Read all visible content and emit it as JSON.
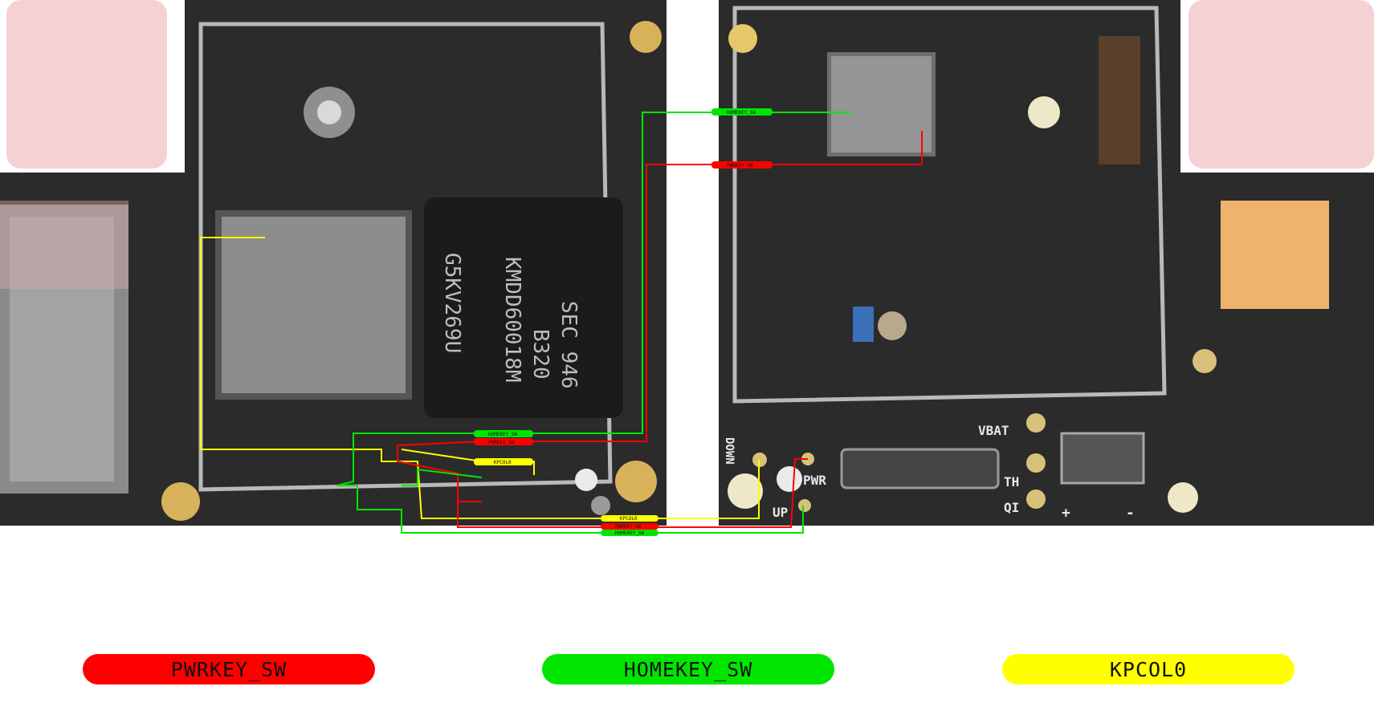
{
  "colors": {
    "pwrkey": "#ff0000",
    "homekey": "#00e600",
    "kpcol": "#ffff00",
    "board": "#2b2b2b",
    "background": "#ffffff"
  },
  "legend": [
    {
      "label": "PWRKEY_SW",
      "color": "#ff0000"
    },
    {
      "label": "HOMEKEY_SW",
      "color": "#00e600"
    },
    {
      "label": "KPCOL0",
      "color": "#ffff00"
    }
  ],
  "board_labels": {
    "vbat": "VBAT",
    "pwr": "PWR",
    "up": "UP",
    "down": "DOWN",
    "th": "TH",
    "qi": "QI",
    "plus": "+",
    "minus": "-"
  },
  "chip_marking": {
    "line1": "SEC 946",
    "line2": "B320",
    "line3": "KMDD60018M",
    "line4": "G5KV269U"
  },
  "trace_tags": {
    "homekey_top": "HOMEKEY_SW",
    "pwrkey_top": "PWRKEY_SW",
    "homekey_mid": "HOMEKEY_SW",
    "pwrkey_mid": "PWRKEY_SW",
    "kpcol_mid": "KPCOL0",
    "kpcol_bottom": "KPCOL0",
    "pwrkey_bottom": "PWRKEY_SW",
    "homekey_bottom": "HOMEKEY_SW"
  }
}
